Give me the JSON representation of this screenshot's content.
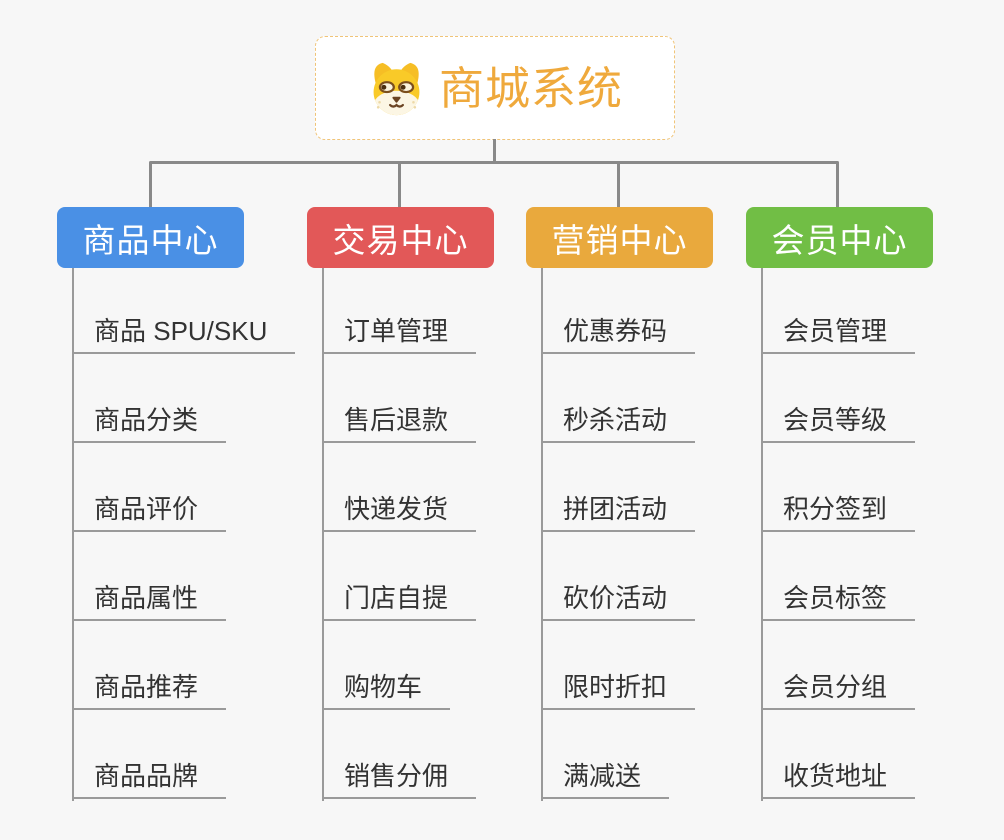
{
  "root": {
    "title": "商城系统",
    "icon": "shiba-dog-icon"
  },
  "branches": [
    {
      "label": "商品中心",
      "color": "#4A90E5",
      "items": [
        "商品 SPU/SKU",
        "商品分类",
        "商品评价",
        "商品属性",
        "商品推荐",
        "商品品牌"
      ]
    },
    {
      "label": "交易中心",
      "color": "#E25858",
      "items": [
        "订单管理",
        "售后退款",
        "快递发货",
        "门店自提",
        "购物车",
        "销售分佣"
      ]
    },
    {
      "label": "营销中心",
      "color": "#E9A93D",
      "items": [
        "优惠券码",
        "秒杀活动",
        "拼团活动",
        "砍价活动",
        "限时折扣",
        "满减送"
      ]
    },
    {
      "label": "会员中心",
      "color": "#71BE45",
      "items": [
        "会员管理",
        "会员等级",
        "积分签到",
        "会员标签",
        "会员分组",
        "收货地址"
      ]
    }
  ],
  "colors": {
    "background": "#F7F7F7",
    "connector": "#898989",
    "spine_and_underline": "#9A9A9A",
    "root_text": "#EFA93C",
    "root_border": "#F0C478",
    "item_text": "#333333",
    "branch_text": "#FFFFFF"
  }
}
